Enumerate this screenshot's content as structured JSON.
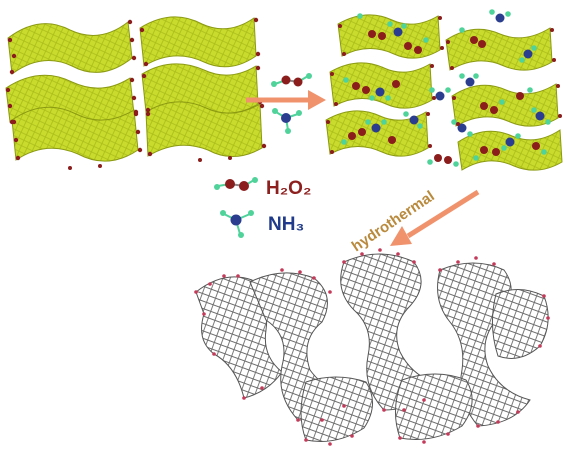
{
  "legend": {
    "h2o2_label": "H₂O₂",
    "nh3_label": "NH₃"
  },
  "process_label": "hydrothermal",
  "colors": {
    "sheet_green": "#c7d92a",
    "sheet_edge": "#8b9a12",
    "oxygen_red": "#8b1d1d",
    "nitrogen_blue": "#2a3d8f",
    "hydrogen_cyan": "#4fd39a",
    "arrow_orange": "#f0936d",
    "process_text": "#b98a3c",
    "h2o2_text": "#8e1f1f",
    "nh3_text": "#1f3a8a",
    "graphene_gray": "#7a7a7a"
  }
}
